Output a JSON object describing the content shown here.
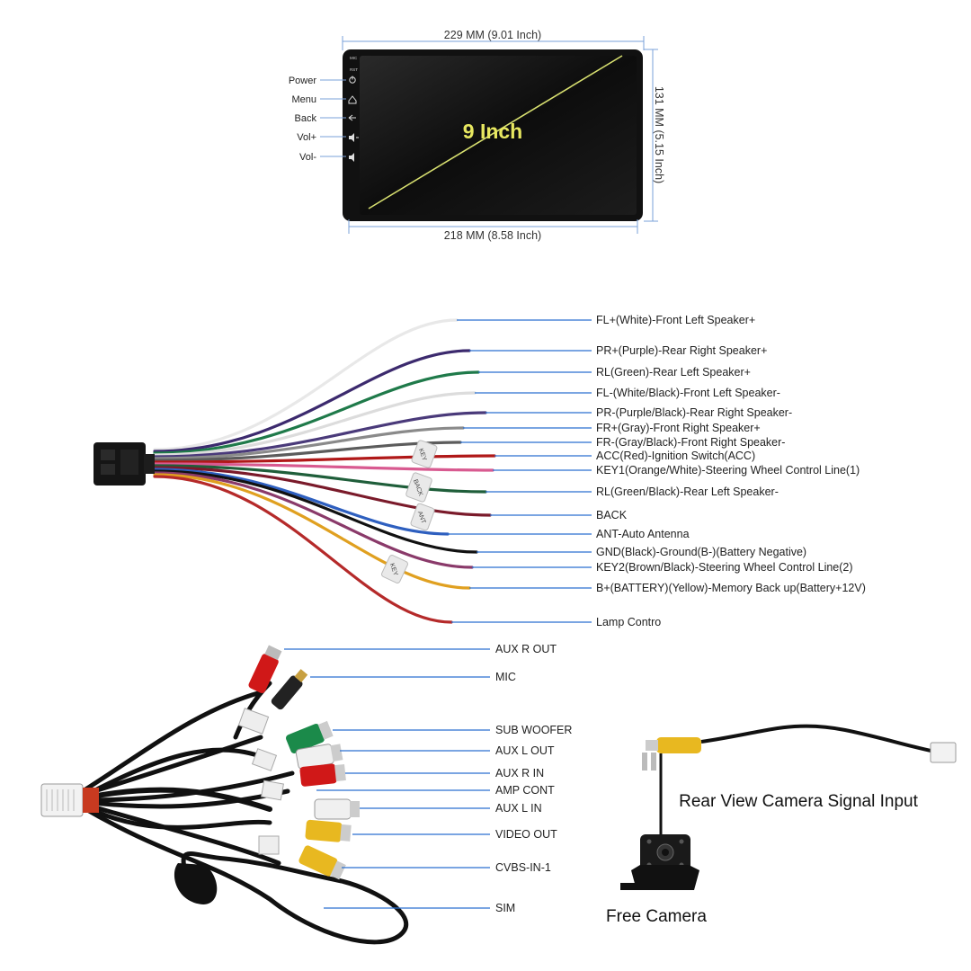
{
  "screen": {
    "size_label": "9 Inch",
    "top_dimension": "229 MM (9.01 Inch)",
    "bottom_dimension": "218 MM (8.58 Inch)",
    "side_dimension": "131 MM (5.15 Inch)",
    "corner_labels": [
      "MIC",
      "RST"
    ],
    "buttons": [
      "Power",
      "Menu",
      "Back",
      "Vol+",
      "Vol-"
    ]
  },
  "harness": {
    "wires": [
      {
        "label": "FL+(White)-Front Left Speaker+",
        "color": "#e8e8e8"
      },
      {
        "label": "PR+(Purple)-Rear Right Speaker+",
        "color": "#3c2a6e"
      },
      {
        "label": "RL(Green)-Rear Left Speaker+",
        "color": "#1f7a4a"
      },
      {
        "label": "FL-(White/Black)-Front Left Speaker-",
        "color": "#dcdcdc"
      },
      {
        "label": "PR-(Purple/Black)-Rear Right Speaker-",
        "color": "#4a3a7a"
      },
      {
        "label": "FR+(Gray)-Front Right Speaker+",
        "color": "#8a8a8a"
      },
      {
        "label": "FR-(Gray/Black)-Front Right Speaker-",
        "color": "#5c5c5c"
      },
      {
        "label": "ACC(Red)-Ignition Switch(ACC)",
        "color": "#b01818"
      },
      {
        "label": "KEY1(Orange/White)-Steering Wheel Control Line(1)",
        "color": "#d85a90"
      },
      {
        "label": "RL(Green/Black)-Rear Left Speaker-",
        "color": "#1f5e3a"
      },
      {
        "label": "BACK",
        "color": "#7a1a2a"
      },
      {
        "label": "ANT-Auto Antenna",
        "color": "#2e5fbf"
      },
      {
        "label": "GND(Black)-Ground(B-)(Battery Negative)",
        "color": "#111111"
      },
      {
        "label": "KEY2(Brown/Black)-Steering Wheel Control Line(2)",
        "color": "#8a3a6a"
      },
      {
        "label": "B+(BATTERY)(Yellow)-Memory Back up(Battery+12V)",
        "color": "#e0a020"
      },
      {
        "label": "Lamp Contro",
        "color": "#b52a2a"
      }
    ],
    "tag_labels": [
      "KEY",
      "BACK",
      "ANT",
      "KEY"
    ]
  },
  "rca": {
    "labels": [
      "AUX R OUT",
      "MIC",
      "SUB WOOFER",
      "AUX L OUT",
      "AUX R IN",
      "AMP CONT",
      "AUX L IN",
      "VIDEO OUT",
      "CVBS-IN-1",
      "SIM"
    ]
  },
  "camera": {
    "signal_label": "Rear View Camera Signal Input",
    "camera_label": "Free Camera"
  },
  "colors": {
    "leader_line": "#2a6fd0",
    "screen_bezel": "#111111"
  }
}
